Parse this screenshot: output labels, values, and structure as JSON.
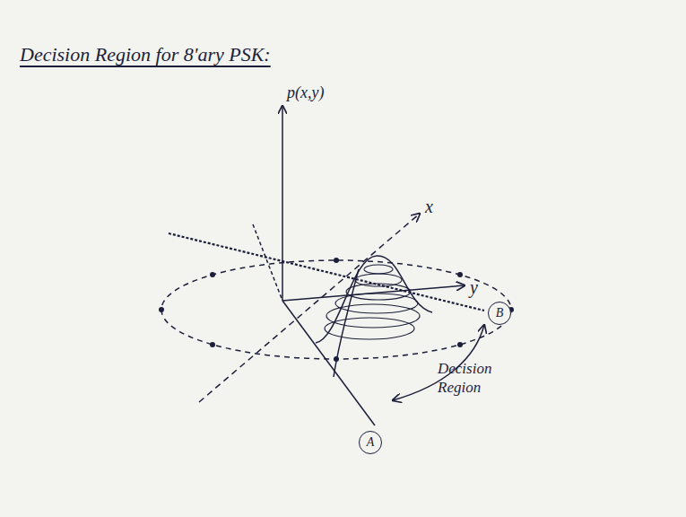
{
  "diagram": {
    "title": "Decision Region for 8'ary PSK:",
    "nodes": [
      {
        "text": [
          "B"
        ]
      },
      {
        "text": [
          "A"
        ]
      }
    ],
    "labels": [
      "p(x,y)",
      "x",
      "y",
      "Decision Region"
    ]
  }
}
